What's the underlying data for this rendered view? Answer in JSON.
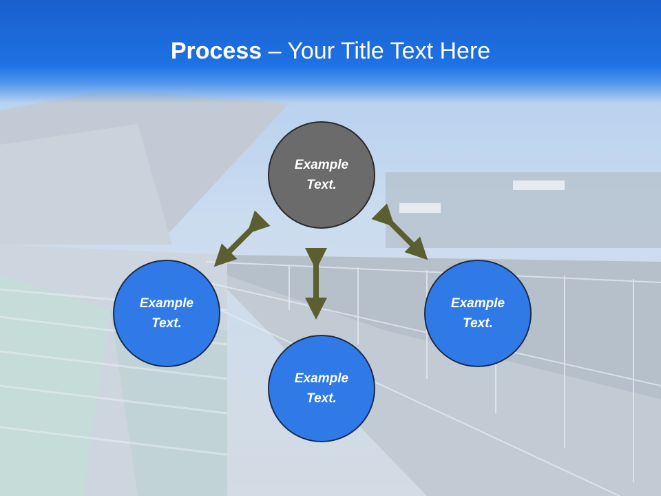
{
  "title": {
    "bold": "Process",
    "rest": " – Your Title Text Here"
  },
  "nodes": {
    "top": {
      "label": "Example\nText."
    },
    "left": {
      "label": "Example\nText."
    },
    "right": {
      "label": "Example\nText."
    },
    "bottom": {
      "label": "Example\nText."
    }
  },
  "colors": {
    "title_bar": "#1e72e4",
    "node_blue": "#2f7ae6",
    "node_gray": "#6b6b6b",
    "arrow": "#5b5e2e"
  }
}
